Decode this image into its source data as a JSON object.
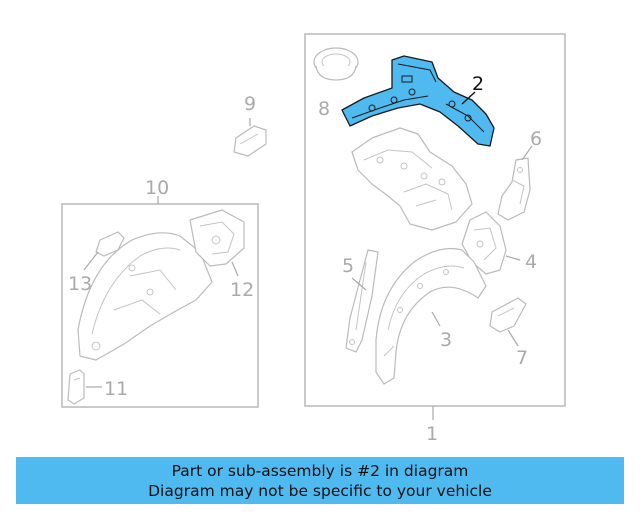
{
  "callouts": {
    "c1": "1",
    "c2": "2",
    "c3": "3",
    "c4": "4",
    "c5": "5",
    "c6": "6",
    "c7": "7",
    "c8": "8",
    "c9": "9",
    "c10": "10",
    "c11": "11",
    "c12": "12",
    "c13": "13"
  },
  "highlighted_part": "2",
  "banner": {
    "line1": "Part or sub-assembly is #2 in diagram",
    "line2": "Diagram may not be specific to your vehicle"
  },
  "colors": {
    "highlight": "#4fbaf0",
    "linework": "#bbbbbb",
    "callout_active": "#111111"
  }
}
